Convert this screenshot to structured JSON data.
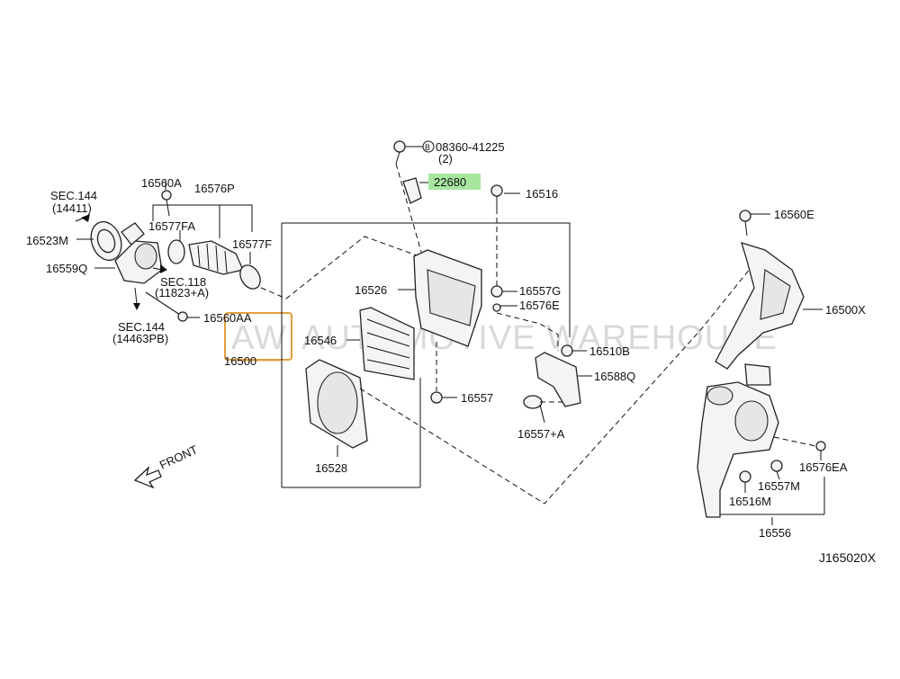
{
  "diagram_id": "J165020X",
  "watermark": {
    "logo": "AW",
    "text": "AUTOMOTIVE WAREHOUSE"
  },
  "front_label": "FRONT",
  "highlight_color": "#a8e6a0",
  "watermark_color": "#e0a040",
  "labels": {
    "sec144_top": "SEC.144",
    "sec144_top_ref": "(14411)",
    "p16523M": "16523M",
    "p16559Q": "16559Q",
    "sec144_bottom": "SEC.144",
    "sec144_bottom_ref": "(14463PB)",
    "p16560A": "16560A",
    "p16576P": "16576P",
    "p16577FA": "16577FA",
    "p16577F": "16577F",
    "sec118": "SEC.118",
    "sec118_ref": "(11823+A)",
    "p16560AA": "16560AA",
    "bolt_spec": "08360-41225",
    "bolt_qty": "(2)",
    "p22680": "22680",
    "p16516": "16516",
    "p16526": "16526",
    "p16557G": "16557G",
    "p16576E": "16576E",
    "p16546": "16546",
    "p16500": "16500",
    "p16510B": "16510B",
    "p16588Q": "16588Q",
    "p16557": "16557",
    "p16557A": "16557+A",
    "p16528": "16528",
    "p16560E": "16560E",
    "p16500X": "16500X",
    "p16576EA": "16576EA",
    "p16557M": "16557M",
    "p16516M": "16516M",
    "p16556": "16556",
    "circle_B": "B"
  }
}
